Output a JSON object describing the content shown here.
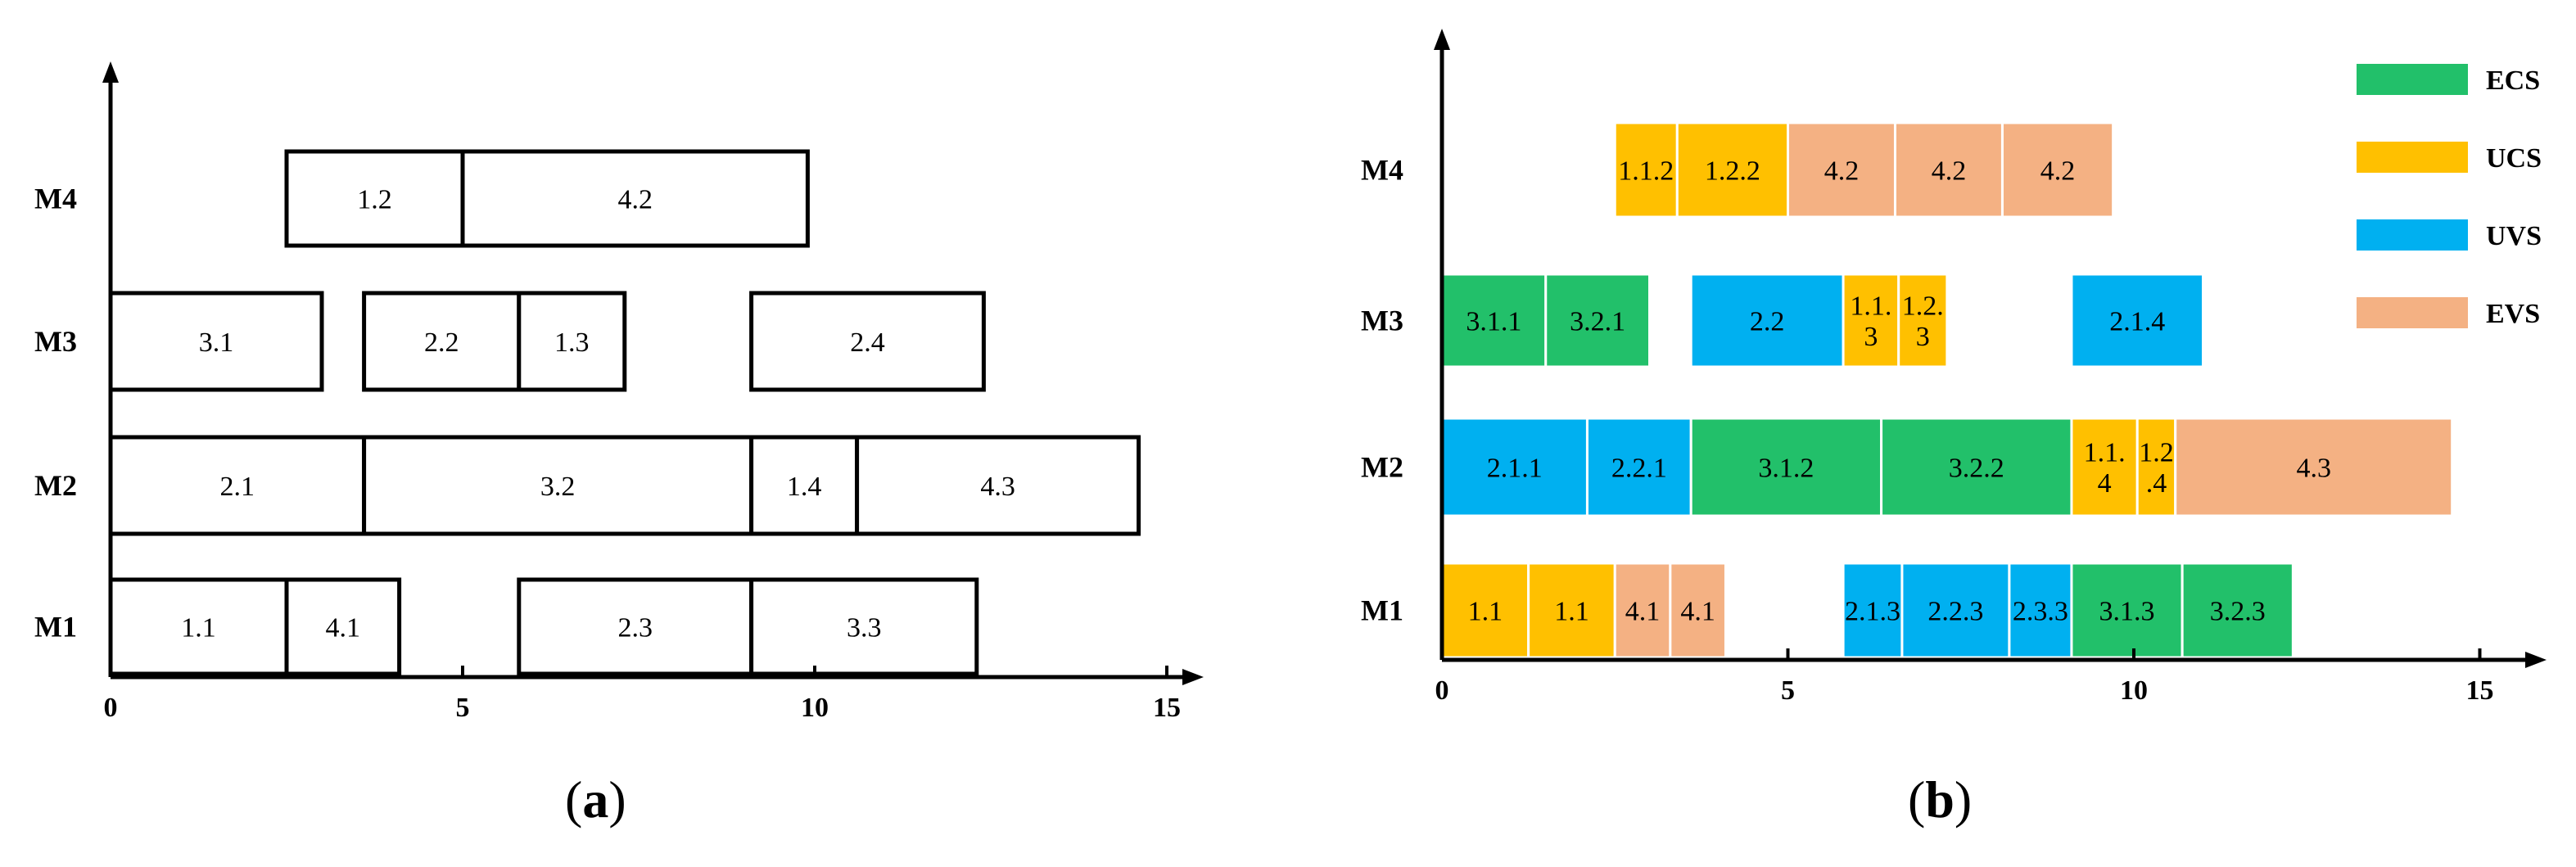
{
  "colors": {
    "ECS": "#22c06a",
    "UCS": "#ffc000",
    "UVS": "#00b0f0",
    "EVS": "#f4b183",
    "axis": "#000000",
    "outline": "#000000"
  },
  "captions": {
    "a": "a",
    "b": "b"
  },
  "chart_data": [
    {
      "type": "gantt",
      "panel": "a",
      "categories": [
        "M1",
        "M2",
        "M3",
        "M4"
      ],
      "xlim": [
        0,
        15.5
      ],
      "xticks": [
        0,
        5,
        10,
        15
      ],
      "tasks": [
        {
          "machine": "M1",
          "label": "1.1",
          "start": 0,
          "end": 2.5
        },
        {
          "machine": "M1",
          "label": "4.1",
          "start": 2.5,
          "end": 4.1
        },
        {
          "machine": "M1",
          "label": "2.3",
          "start": 5.8,
          "end": 9.1
        },
        {
          "machine": "M1",
          "label": "3.3",
          "start": 9.1,
          "end": 12.3
        },
        {
          "machine": "M2",
          "label": "2.1",
          "start": 0,
          "end": 3.6
        },
        {
          "machine": "M2",
          "label": "3.2",
          "start": 3.6,
          "end": 9.1
        },
        {
          "machine": "M2",
          "label": "1.4",
          "start": 9.1,
          "end": 10.6
        },
        {
          "machine": "M2",
          "label": "4.3",
          "start": 10.6,
          "end": 14.6
        },
        {
          "machine": "M3",
          "label": "3.1",
          "start": 0,
          "end": 3.0
        },
        {
          "machine": "M3",
          "label": "2.2",
          "start": 3.6,
          "end": 5.8
        },
        {
          "machine": "M3",
          "label": "1.3",
          "start": 5.8,
          "end": 7.3
        },
        {
          "machine": "M3",
          "label": "2.4",
          "start": 9.1,
          "end": 12.4
        },
        {
          "machine": "M4",
          "label": "1.2",
          "start": 2.5,
          "end": 5.0
        },
        {
          "machine": "M4",
          "label": "4.2",
          "start": 5.0,
          "end": 9.9
        }
      ]
    },
    {
      "type": "gantt",
      "panel": "b",
      "categories": [
        "M1",
        "M2",
        "M3",
        "M4"
      ],
      "xlim": [
        0,
        15.5
      ],
      "xticks": [
        0,
        5,
        10,
        15
      ],
      "legend": [
        "ECS",
        "UCS",
        "UVS",
        "EVS"
      ],
      "legend_position": "top-right",
      "tasks": [
        {
          "machine": "M1",
          "label": "1.1",
          "start": 0,
          "end": 1.25,
          "kind": "UCS"
        },
        {
          "machine": "M1",
          "label": "1.1",
          "start": 1.25,
          "end": 2.5,
          "kind": "UCS"
        },
        {
          "machine": "M1",
          "label": "4.1",
          "start": 2.5,
          "end": 3.3,
          "kind": "EVS"
        },
        {
          "machine": "M1",
          "label": "4.1",
          "start": 3.3,
          "end": 4.1,
          "kind": "EVS"
        },
        {
          "machine": "M1",
          "label": "2.1.3",
          "start": 5.8,
          "end": 6.65,
          "kind": "UVS"
        },
        {
          "machine": "M1",
          "label": "2.2.3",
          "start": 6.65,
          "end": 8.2,
          "kind": "UVS"
        },
        {
          "machine": "M1",
          "label": "2.3.3",
          "start": 8.2,
          "end": 9.1,
          "kind": "UVS"
        },
        {
          "machine": "M1",
          "label": "3.1.3",
          "start": 9.1,
          "end": 10.7,
          "kind": "ECS"
        },
        {
          "machine": "M1",
          "label": "3.2.3",
          "start": 10.7,
          "end": 12.3,
          "kind": "ECS"
        },
        {
          "machine": "M2",
          "label": "2.1.1",
          "start": 0,
          "end": 2.1,
          "kind": "UVS"
        },
        {
          "machine": "M2",
          "label": "2.2.1",
          "start": 2.1,
          "end": 3.6,
          "kind": "UVS"
        },
        {
          "machine": "M2",
          "label": "3.1.2",
          "start": 3.6,
          "end": 6.35,
          "kind": "ECS"
        },
        {
          "machine": "M2",
          "label": "3.2.2",
          "start": 6.35,
          "end": 9.1,
          "kind": "ECS"
        },
        {
          "machine": "M2",
          "label": "1.1.4",
          "lines": [
            "1.1.",
            "4"
          ],
          "start": 9.1,
          "end": 10.05,
          "kind": "UCS"
        },
        {
          "machine": "M2",
          "label": "1.2.4",
          "lines": [
            "1.2",
            ".4"
          ],
          "start": 10.05,
          "end": 10.6,
          "kind": "UCS"
        },
        {
          "machine": "M2",
          "label": "4.3",
          "start": 10.6,
          "end": 14.6,
          "kind": "EVS"
        },
        {
          "machine": "M3",
          "label": "3.1.1",
          "start": 0,
          "end": 1.5,
          "kind": "ECS"
        },
        {
          "machine": "M3",
          "label": "3.2.1",
          "start": 1.5,
          "end": 3.0,
          "kind": "ECS"
        },
        {
          "machine": "M3",
          "label": "2.2",
          "start": 3.6,
          "end": 5.8,
          "kind": "UVS"
        },
        {
          "machine": "M3",
          "label": "1.1.3",
          "lines": [
            "1.1.",
            "3"
          ],
          "start": 5.8,
          "end": 6.6,
          "kind": "UCS"
        },
        {
          "machine": "M3",
          "label": "1.2.3",
          "lines": [
            "1.2.",
            "3"
          ],
          "start": 6.6,
          "end": 7.3,
          "kind": "UCS"
        },
        {
          "machine": "M3",
          "label": "2.1.4",
          "start": 9.1,
          "end": 11.0,
          "kind": "UVS"
        },
        {
          "machine": "M4",
          "label": "1.1.2",
          "start": 2.5,
          "end": 3.4,
          "kind": "UCS"
        },
        {
          "machine": "M4",
          "label": "1.2.2",
          "start": 3.4,
          "end": 5.0,
          "kind": "UCS"
        },
        {
          "machine": "M4",
          "label": "4.2",
          "start": 5.0,
          "end": 6.55,
          "kind": "EVS"
        },
        {
          "machine": "M4",
          "label": "4.2",
          "start": 6.55,
          "end": 8.1,
          "kind": "EVS"
        },
        {
          "machine": "M4",
          "label": "4.2",
          "start": 8.1,
          "end": 9.7,
          "kind": "EVS"
        }
      ]
    }
  ]
}
